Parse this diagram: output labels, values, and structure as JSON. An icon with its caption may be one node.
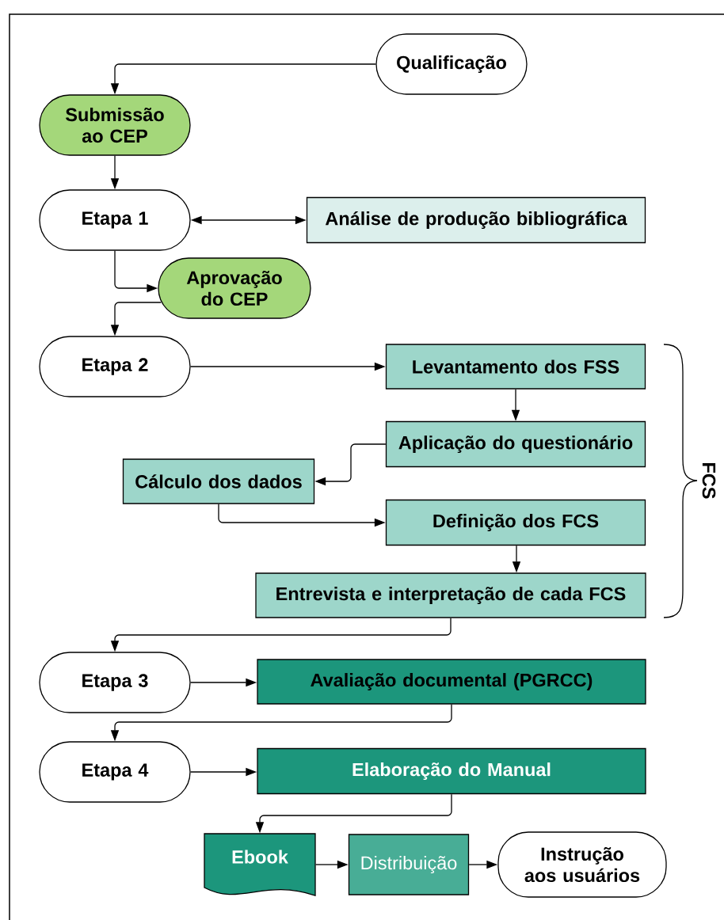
{
  "diagram": {
    "nodes": [
      {
        "text": [
          "Qualificação"
        ]
      },
      {
        "text": [
          "Submissão ao CEP"
        ]
      },
      {
        "text": [
          "Etapa 1"
        ]
      },
      {
        "text": [
          "Análise de produção bibliográfica"
        ]
      },
      {
        "text": [
          "Aprovação do CEP"
        ]
      },
      {
        "text": [
          "Etapa 2"
        ]
      },
      {
        "text": [
          "Levantamento dos FSS"
        ]
      },
      {
        "text": [
          "Aplicação do questionário"
        ]
      },
      {
        "text": [
          "Cálculo dos dados"
        ]
      },
      {
        "text": [
          "Definição dos FCS"
        ]
      },
      {
        "text": [
          "Entrevista e interpretação de cada FCS"
        ]
      },
      {
        "text": [
          "Etapa 3"
        ]
      },
      {
        "text": [
          "Avaliação documental (PGRCC)"
        ]
      },
      {
        "text": [
          "Etapa 4"
        ]
      },
      {
        "text": [
          "Elaboração do Manual"
        ]
      },
      {
        "text": [
          "Ebook"
        ]
      },
      {
        "text": [
          "Distribuição"
        ]
      },
      {
        "text": [
          "Instrução aos usuários"
        ]
      }
    ],
    "edges": [
      {
        "from": 0,
        "to": 1,
        "arrow": "to"
      },
      {
        "from": 1,
        "to": 2,
        "arrow": "to"
      },
      {
        "from": 2,
        "to": 3,
        "arrow": "both"
      },
      {
        "from": 2,
        "to": 4,
        "arrow": "to"
      },
      {
        "from": 4,
        "to": 5,
        "arrow": "to"
      },
      {
        "from": 5,
        "to": 6,
        "arrow": "to"
      },
      {
        "from": 6,
        "to": 7,
        "arrow": "to"
      },
      {
        "from": 7,
        "to": 8,
        "arrow": "to"
      },
      {
        "from": 8,
        "to": 9,
        "arrow": "to"
      },
      {
        "from": 9,
        "to": 10,
        "arrow": "to"
      },
      {
        "from": 10,
        "to": 11,
        "arrow": "to"
      },
      {
        "from": 11,
        "to": 12,
        "arrow": "to"
      },
      {
        "from": 12,
        "to": 13,
        "arrow": "to"
      },
      {
        "from": 13,
        "to": 14,
        "arrow": "to"
      },
      {
        "from": 14,
        "to": 15,
        "arrow": "to"
      },
      {
        "from": 15,
        "to": 16,
        "arrow": "to"
      },
      {
        "from": 16,
        "to": 17,
        "arrow": "to"
      }
    ],
    "labels": [
      "FCS"
    ]
  }
}
